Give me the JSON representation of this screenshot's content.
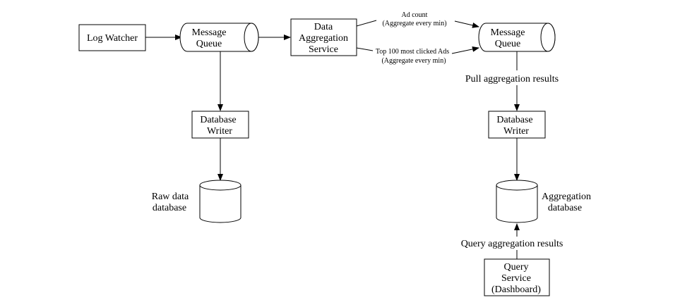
{
  "nodes": {
    "log_watcher": {
      "lines": [
        "Log Watcher"
      ]
    },
    "message_queue_1": {
      "lines": [
        "Message",
        "Queue"
      ]
    },
    "data_aggregation_service": {
      "lines": [
        "Data",
        "Aggregation",
        "Service"
      ]
    },
    "message_queue_2": {
      "lines": [
        "Message",
        "Queue"
      ]
    },
    "database_writer_1": {
      "lines": [
        "Database",
        "Writer"
      ]
    },
    "database_writer_2": {
      "lines": [
        "Database",
        "Writer"
      ]
    },
    "raw_data_database": {
      "lines": [
        "Raw data",
        "database"
      ]
    },
    "aggregation_database": {
      "lines": [
        "Aggregation",
        "database"
      ]
    },
    "query_service": {
      "lines": [
        "Query",
        "Service",
        "(Dashboard)"
      ]
    }
  },
  "edge_labels": {
    "ad_count": [
      "Ad count",
      "(Aggregate every min)"
    ],
    "top_100": [
      "Top 100 most clicked Ads",
      "(Aggregate every min)"
    ],
    "pull_results": "Pull aggregation results",
    "query_results": "Query aggregation results"
  }
}
